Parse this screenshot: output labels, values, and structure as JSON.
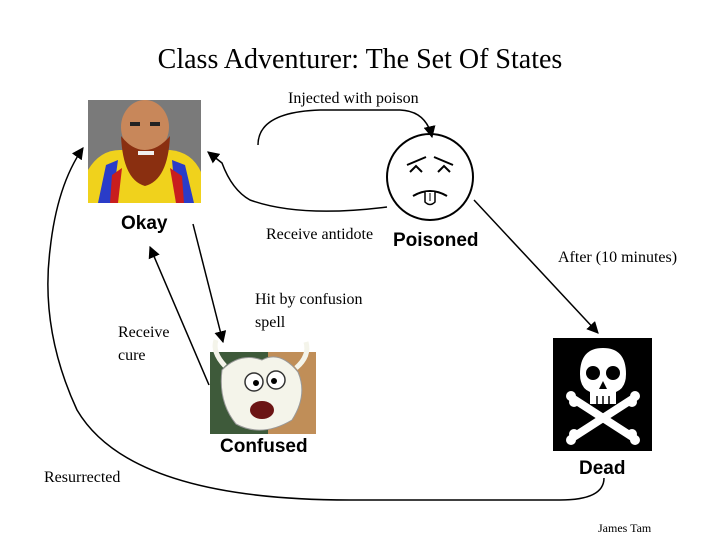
{
  "title": "Class Adventurer: The Set Of States",
  "states": {
    "okay": "Okay",
    "poisoned": "Poisoned",
    "confused": "Confused",
    "dead": "Dead"
  },
  "transitions": {
    "injected": "Injected with poison",
    "antidote": "Receive antidote",
    "after": "After (10 minutes)",
    "confusion": "Hit by confusion spell",
    "cure": "Receive cure",
    "resurrected": "Resurrected"
  },
  "credit": "James Tam",
  "colors": {
    "background": "#ffffff",
    "ink": "#000000",
    "okay_skin": "#c8875a",
    "okay_beard": "#8a2f10",
    "okay_robe_gold": "#f0d21c",
    "okay_robe_blue": "#2a3cc8",
    "okay_robe_red": "#c81e1e",
    "okay_bg": "#7a7a7a",
    "confused_fur": "#f4f4ea",
    "confused_bg": "#3e5a3a",
    "confused_bg2": "#c08e58",
    "dead_bg": "#000000",
    "dead_bone": "#ffffff"
  },
  "icons": {
    "okay": "bearded-adventurer-icon",
    "poisoned": "sick-face-icon",
    "confused": "dizzy-goat-icon",
    "dead": "skull-crossbones-icon"
  }
}
